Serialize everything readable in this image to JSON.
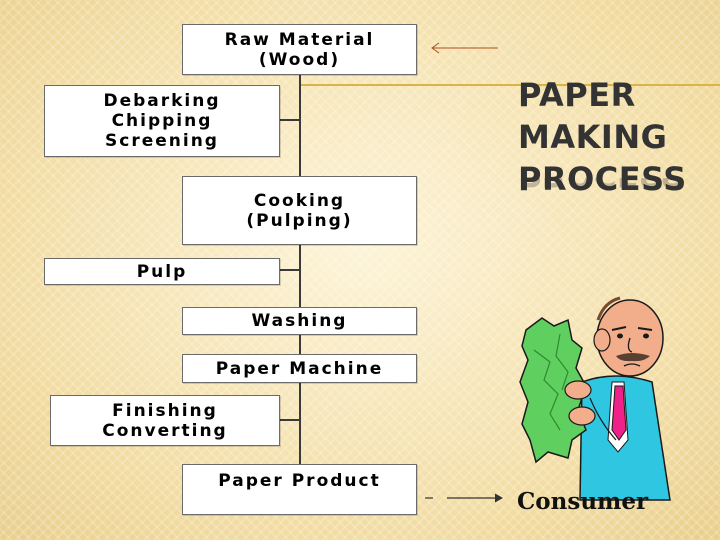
{
  "slide": {
    "title": "PAPER\nMAKING\nPROCESS",
    "title_reflection": "PROCESS"
  },
  "flow": {
    "steps": [
      {
        "label": "Raw Material\n(Wood)"
      },
      {
        "label": "Debarking\nChipping\nScreening"
      },
      {
        "label": "Cooking\n(Pulping)"
      },
      {
        "label": "Pulp"
      },
      {
        "label": "Washing"
      },
      {
        "label": "Paper Machine"
      },
      {
        "label": "Finishing\nConverting"
      },
      {
        "label": "Paper Product"
      }
    ],
    "destination": "Consumer"
  },
  "colors": {
    "background": "#f5e4b4",
    "box": "#ffffff",
    "title": "#333333",
    "accent_line": "#d8b44a",
    "paper_green": "#5fd05f",
    "shirt": "#2ec6e0",
    "tie": "#ee2288"
  },
  "icons": [
    "left-arrow-icon",
    "right-arrow-icon",
    "man-with-paper-icon"
  ]
}
